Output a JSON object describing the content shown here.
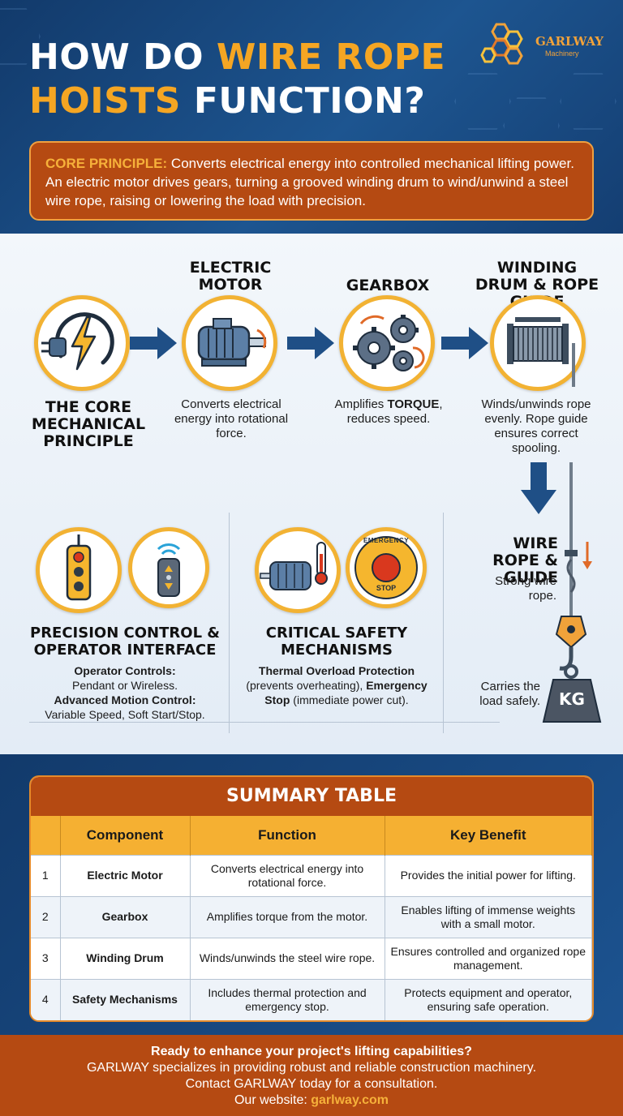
{
  "header": {
    "title_part1": "HOW DO ",
    "title_accent1": "WIRE ROPE",
    "title_accent2": "HOISTS",
    "title_part2": " FUNCTION?",
    "logo_name": "GARLWAY",
    "logo_sub": "Machinery"
  },
  "core": {
    "label": "CORE PRINCIPLE:",
    "text": " Converts electrical energy into controlled mechanical lifting power. An electric motor drives gears, turning a grooved winding drum to wind/unwind a steel wire rope, raising or lowering the load with precision."
  },
  "steps": {
    "power": {
      "title": "THE CORE MECHANICAL PRINCIPLE",
      "icon": "power-plug-icon"
    },
    "motor": {
      "title": "ELECTRIC MOTOR",
      "desc": "Converts electrical energy into rotational force.",
      "icon": "electric-motor-icon"
    },
    "gearbox": {
      "title": "GEARBOX",
      "desc_pre": "Amplifies ",
      "desc_bold": "TORQUE",
      "desc_post": ", reduces speed.",
      "icon": "gears-icon"
    },
    "drum": {
      "title": "WINDING DRUM & ROPE GUIDE",
      "desc": "Winds/unwinds rope evenly. Rope guide ensures correct spooling.",
      "icon": "winding-drum-icon"
    },
    "rope": {
      "title": "WIRE ROPE & GUIDE",
      "desc": "Strong wire rope.",
      "load_desc": "Carries the load safely.",
      "weight_label": "KG"
    }
  },
  "control": {
    "title": "PRECISION CONTROL & OPERATOR INTERFACE",
    "l1_bold": "Operator Controls:",
    "l1": "Pendant or Wireless.",
    "l2_bold": "Advanced Motion Control:",
    "l2": "Variable Speed, Soft Start/Stop."
  },
  "safety": {
    "title": "CRITICAL SAFETY MECHANISMS",
    "b1": "Thermal Overload Protection",
    "t1": " (prevents overheating), ",
    "b2": "Emergency Stop",
    "t2": " (immediate power cut).",
    "stop_label1": "EMERGENCY",
    "stop_label2": "STOP"
  },
  "summary": {
    "title": "SUMMARY TABLE",
    "headers": [
      "Component",
      "Function",
      "Key Benefit"
    ],
    "rows": [
      [
        "1",
        "Electric Motor",
        "Converts electrical energy into rotational force.",
        "Provides the initial power for lifting."
      ],
      [
        "2",
        "Gearbox",
        "Amplifies torque from the motor.",
        "Enables lifting of immense weights with a small motor."
      ],
      [
        "3",
        "Winding Drum",
        "Winds/unwinds the steel wire rope.",
        "Ensures controlled and organized rope management."
      ],
      [
        "4",
        "Safety Mechanisms",
        "Includes thermal protection and emergency stop.",
        "Protects equipment and operator, ensuring safe operation."
      ]
    ]
  },
  "footer": {
    "l1": "Ready to enhance your project's lifting capabilities?",
    "l2": "GARLWAY specializes in providing robust and reliable construction machinery.",
    "l3": "Contact GARLWAY today for a consultation.",
    "l4_pre": "Our website: ",
    "l4_web": "garlway.com"
  },
  "colors": {
    "navy": "#1d5590",
    "orange": "#b54a12",
    "gold": "#f5a623"
  }
}
